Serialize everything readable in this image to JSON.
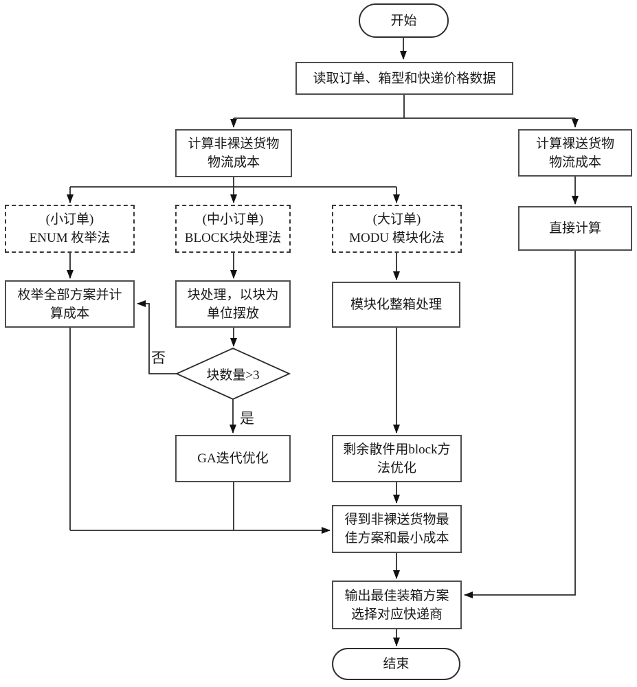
{
  "nodes": {
    "start": {
      "label": "开始"
    },
    "read_data": {
      "label": "读取订单、箱型和快递价格数据"
    },
    "calc_nonbare": {
      "lines": [
        "计算非裸送货物",
        "物流成本"
      ]
    },
    "calc_bare": {
      "lines": [
        "计算裸送货物",
        "物流成本"
      ]
    },
    "direct_calc": {
      "label": "直接计算"
    },
    "enum_method": {
      "lines": [
        "(小订单)",
        "ENUM 枚举法"
      ]
    },
    "block_method": {
      "lines": [
        "(中小订单)",
        "BLOCK块处理法"
      ]
    },
    "modu_method": {
      "lines": [
        "(大订单)",
        "MODU 模块化法"
      ]
    },
    "enum_all": {
      "lines": [
        "枚举全部方案并计",
        "算成本"
      ]
    },
    "block_process": {
      "lines": [
        "块处理，以块为",
        "单位摆放"
      ]
    },
    "modu_process": {
      "label": "模块化整箱处理"
    },
    "decision": {
      "label": "块数量>3"
    },
    "ga_opt": {
      "label": "GA迭代优化"
    },
    "remainder_block": {
      "lines": [
        "剩余散件用block方",
        "法优化"
      ]
    },
    "best_plan": {
      "lines": [
        "得到非裸送货物最",
        "佳方案和最小成本"
      ]
    },
    "output_plan": {
      "lines": [
        "输出最佳装箱方案",
        "选择对应快递商"
      ]
    },
    "end": {
      "label": "结束"
    }
  },
  "edge_labels": {
    "no": "否",
    "yes": "是"
  },
  "colors": {
    "line": "#2b2b2b",
    "box_border": "#4d4d4d",
    "text": "#1a1a1a",
    "background": "#ffffff"
  }
}
